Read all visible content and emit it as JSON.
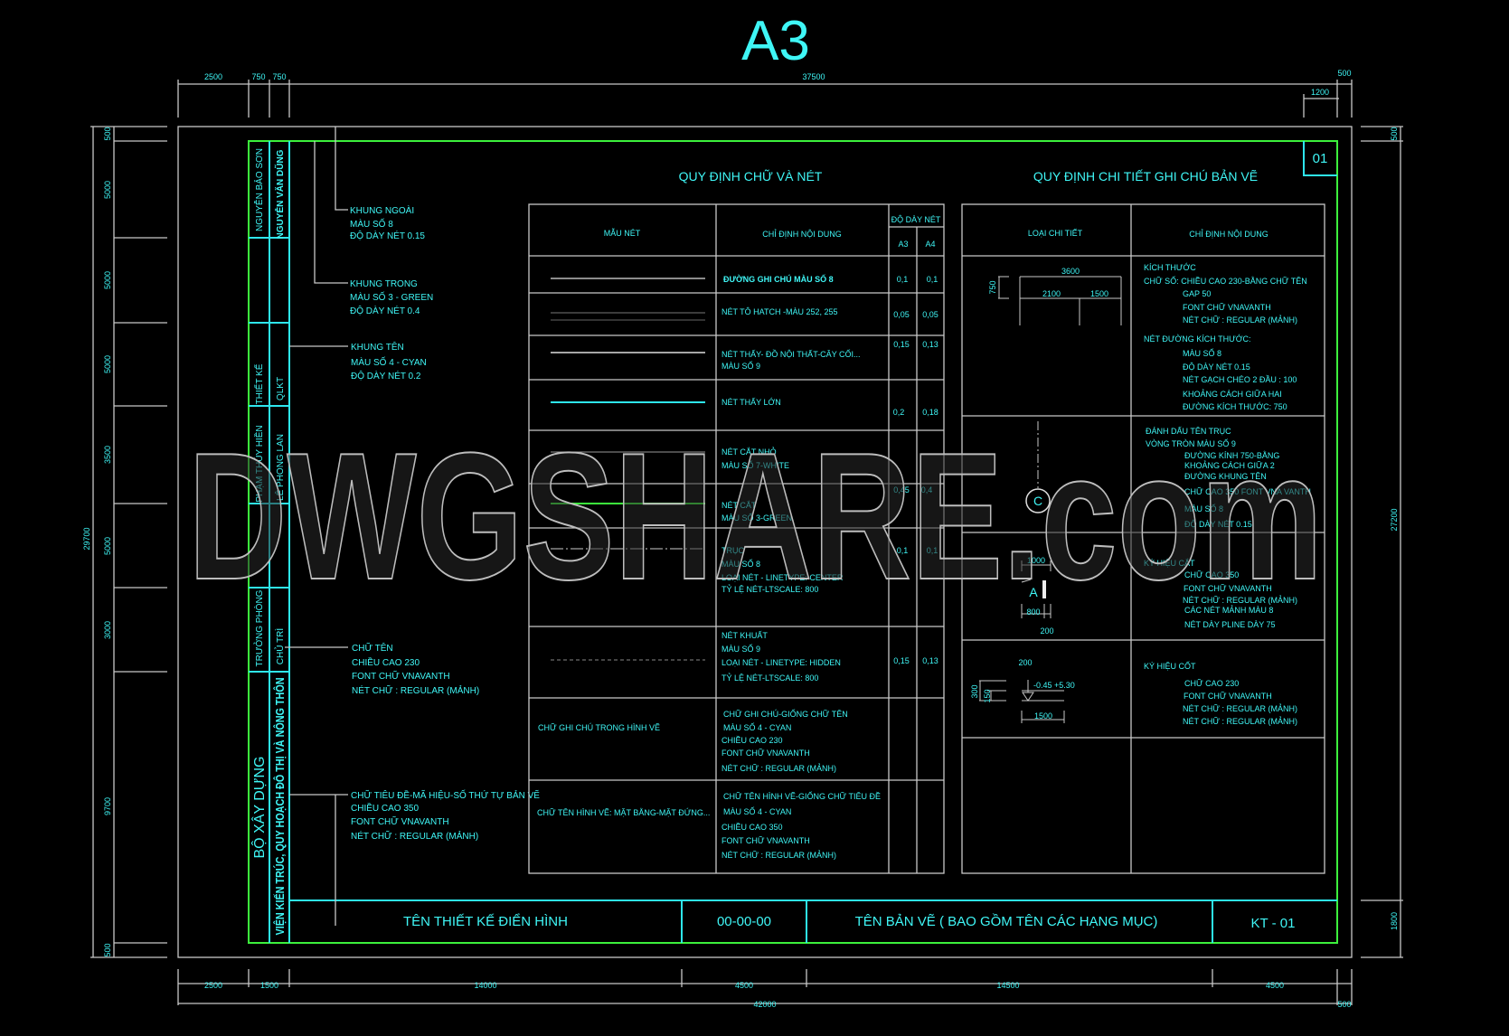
{
  "sheet_size": "A3",
  "watermark": "DWGSHARE.com",
  "colors": {
    "cyan": "#3ff6f6",
    "green": "#3cf03c",
    "line": "#c8c8c8",
    "background": "#000000"
  },
  "dimensions": {
    "top": [
      "2500",
      "750",
      "750",
      "37500",
      "500",
      "1200"
    ],
    "left": [
      "29700",
      "500",
      "5000",
      "5000",
      "5000",
      "3500",
      "5000",
      "3000",
      "9700",
      "500"
    ],
    "right": [
      "500",
      "27200",
      "1800"
    ],
    "bottom": [
      "2500",
      "1500",
      "14000",
      "4500",
      "14500",
      "4500",
      "42000",
      "500"
    ]
  },
  "side_strip": {
    "col1": [
      "NGUYỄN BẢO SƠN",
      "THIẾT KẾ",
      "PHẠM THÚY HIỀN",
      "TRƯỞNG PHÒNG",
      "BỘ XÂY DỰNG"
    ],
    "col2": [
      "NGUYỄN VĂN DŨNG",
      "QLKT",
      "LÊ PHONG LAN",
      "CHỦ TRÌ",
      "VIỆN KIẾN TRÚC, QUY HOẠCH ĐÔ THỊ VÀ NÔNG THÔN"
    ]
  },
  "annotations": [
    [
      "KHUNG NGOÀI",
      "MÀU SỐ 8",
      "ĐỘ DÀY NÉT 0.15"
    ],
    [
      "KHUNG TRONG",
      "MÀU SỐ 3 - GREEN",
      "ĐỘ DÀY NÉT 0.4"
    ],
    [
      "KHUNG TÊN",
      "MÀU SỐ 4 - CYAN",
      "ĐỘ DÀY NÉT 0.2"
    ],
    [
      "CHỮ TÊN",
      "CHIỀU CAO 230",
      "FONT CHỮ VNAVANTH",
      "NÉT CHỮ : REGULAR (MẢNH)"
    ],
    [
      "CHỮ TIÊU ĐỀ-MÃ HIỆU-SỐ THỨ TỰ BẢN VẼ",
      "CHIỀU CAO 350",
      "FONT CHỮ VNAVANTH",
      "NÉT CHỮ : REGULAR (MẢNH)"
    ]
  ],
  "line_table": {
    "title": "QUY ĐỊNH CHỮ VÀ NÉT",
    "headers": {
      "sample": "MẪU NÉT",
      "content": "CHỈ ĐỊNH NỘI DUNG",
      "thickness": "ĐỘ DÀY NÉT",
      "a3": "A3",
      "a4": "A4"
    },
    "rows": [
      {
        "content": [
          "ĐƯỜNG GHI CHÚ MÀU SỐ 8"
        ],
        "a3": "0,1",
        "a4": "0,1"
      },
      {
        "content": [
          "NÉT TÔ HATCH -MÀU 252, 255"
        ],
        "a3": "0,05",
        "a4": "0,05"
      },
      {
        "content": [
          "NÉT THẤY- ĐỒ NỘI THẤT-CÂY CỐI...",
          "MÀU SỐ 9"
        ],
        "a3": "0,15",
        "a4": "0,13"
      },
      {
        "content": [
          "NÉT THẤY LỚN"
        ],
        "a3": "0,2",
        "a4": "0,18"
      },
      {
        "content": [
          "NÉT CẮT NHỎ",
          "MÀU SỐ 7-WHITE"
        ]
      },
      {
        "content": [
          "NÉT CẮT",
          "MÀU SỐ 3-GREEN"
        ],
        "a3": "0,45",
        "a4": "0,4"
      },
      {
        "content": [
          "TRỤC",
          "MÀU SỐ 8",
          "LOẠI NÉT - LINETYPE: CENTER",
          "TỶ LỆ NÉT-LTSCALE: 800"
        ],
        "a3": "0,1",
        "a4": "0,1"
      },
      {
        "content": [
          "NÉT KHUẤT",
          "MÀU SỐ 9",
          "LOẠI NÉT - LINETYPE: HIDDEN",
          "TỶ LỆ NÉT-LTSCALE: 800"
        ],
        "a3": "0,15",
        "a4": "0,13"
      },
      {
        "sample": "CHỮ GHI CHÚ TRONG HÌNH VẼ",
        "content": [
          "CHỮ GHI CHÚ-GIỐNG CHỮ TÊN",
          "MÀU SỐ 4 - CYAN",
          "CHIỀU CAO 230",
          "FONT CHỮ VNAVANTH",
          "NÉT CHỮ : REGULAR (MẢNH)"
        ]
      },
      {
        "sample": "CHỮ TÊN HÌNH VẼ: MẶT BẰNG-MẶT ĐỨNG...",
        "content": [
          "CHỮ TÊN HÌNH VẼ-GIỐNG CHỮ TIÊU ĐỀ",
          "MÀU SỐ 4 - CYAN",
          "CHIỀU CAO 350",
          "FONT CHỮ VNAVANTH",
          "NÉT CHỮ : REGULAR (MẢNH)"
        ]
      }
    ]
  },
  "detail_table": {
    "title": "QUY ĐỊNH CHI TIẾT GHI CHÚ BẢN VẼ",
    "headers": {
      "type": "LOẠI CHI TIẾT",
      "content": "CHỈ ĐỊNH NỘI DUNG"
    },
    "rows": [
      {
        "drawing_labels": [
          "3600",
          "2100",
          "1500",
          "750"
        ],
        "content": [
          "KÍCH THƯỚC",
          "CHỮ SỐ: CHIỀU CAO 230-BẰNG CHỮ TÊN",
          "GAP 50",
          "FONT CHỮ VNAVANTH",
          "NÉT CHỮ : REGULAR (MẢNH)",
          "NÉT ĐƯỜNG KÍCH THƯỚC:",
          "MÀU SỐ 8",
          "ĐỘ DÀY NÉT 0.15",
          "NÉT GẠCH CHÉO 2 ĐẦU : 100",
          "KHOẢNG CÁCH GIỮA HAI",
          "ĐƯỜNG KÍCH THƯỚC: 750"
        ]
      },
      {
        "drawing_labels": [
          "C"
        ],
        "content": [
          "ĐÁNH DẤU TÊN TRỤC",
          "VÒNG TRÒN MÀU SỐ 9",
          "ĐƯỜNG KÍNH 750-BẰNG",
          "KHOẢNG CÁCH GIỮA 2",
          "ĐƯỜNG KHUNG TÊN",
          "CHỮ CAO 350 FONT VNA VANTH",
          "MÀU SỐ 8",
          "ĐỘ DÀY NÉT 0.15"
        ]
      },
      {
        "drawing_labels": [
          "1000",
          "A",
          "800",
          "200"
        ],
        "content": [
          "KÝ HIỆU CẮT",
          "CHỮ CAO 350",
          "FONT CHỮ VNAVANTH",
          "NÉT CHỮ : REGULAR (MẢNH)",
          "CÁC NÉT MẢNH MÀU 8",
          "NÉT DÀY PLINE DÀY 75"
        ]
      },
      {
        "drawing_labels": [
          "200",
          "-0.45 +5.30",
          "1500",
          "300",
          "150"
        ],
        "content": [
          "KÝ HIỆU CỐT",
          "CHỮ CAO 230",
          "FONT CHỮ VNAVANTH",
          "NÉT CHỮ : REGULAR (MẢNH)",
          "NÉT CHỮ : REGULAR (MẢNH)"
        ]
      }
    ]
  },
  "title_block": {
    "design_name": "TÊN THIẾT KẾ ĐIỂN HÌNH",
    "code": "00-00-00",
    "drawing_name": "TÊN BẢN VẼ ( BAO GỒM TÊN CÁC HẠNG MỤC)",
    "sheet_no": "KT - 01",
    "page_box": "01"
  }
}
